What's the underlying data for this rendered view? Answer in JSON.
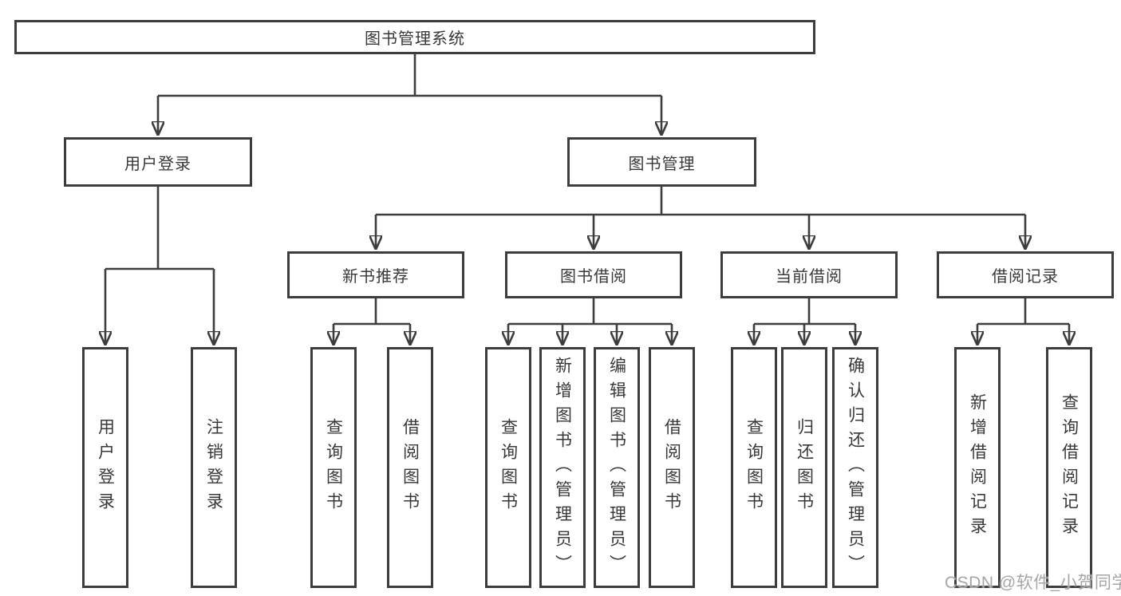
{
  "nodes": {
    "root": "图书管理系统",
    "user_login": "用户登录",
    "book_mgmt": "图书管理",
    "new_book_rec": "新书推荐",
    "book_borrow": "图书借阅",
    "current_borrow": "当前借阅",
    "borrow_records": "借阅记录",
    "ul_user_login": "用户登录",
    "ul_logout": "注销登录",
    "nbr_query_book": "查询图书",
    "nbr_borrow_book": "借阅图书",
    "bb_query_book": "查询图书",
    "bb_add_book": "新增图书（管理员）",
    "bb_edit_book": "编辑图书（管理员）",
    "bb_borrow_book": "借阅图书",
    "cb_query_book": "查询图书",
    "cb_return_book": "归还图书",
    "cb_confirm_return": "确认归还（管理员）",
    "br_add_record": "新增借阅记录",
    "br_query_record": "查询借阅记录"
  },
  "watermark": "CSDN @软件_小贺同学",
  "colors": {
    "line": "#3d3d3d",
    "text": "#383838",
    "watermark": "#a6a6a6",
    "background": "#ffffff"
  }
}
